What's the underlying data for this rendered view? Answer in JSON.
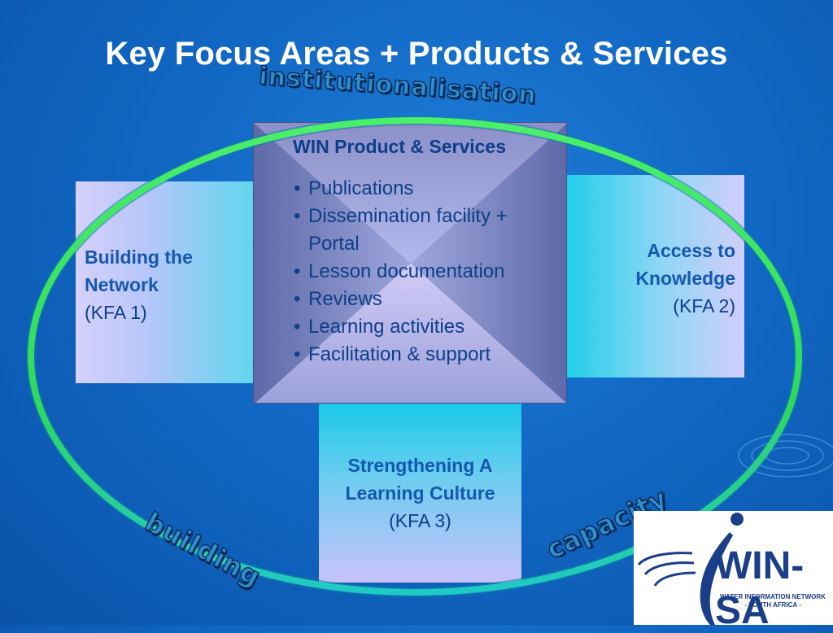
{
  "title": "Key Focus Areas + Products & Services",
  "arc_words": {
    "top": "institutionalisation",
    "bottom_left": "building",
    "bottom_right": "capacity"
  },
  "center": {
    "heading": "WIN Product & Services",
    "items": [
      "Publications",
      "Dissemination facility  + Portal",
      "Lesson documentation",
      "Reviews",
      "Learning activities",
      "Facilitation & support"
    ]
  },
  "kfa1": {
    "name_line1": "Building the",
    "name_line2": "Network",
    "code": "(KFA 1)"
  },
  "kfa2": {
    "name_line1": "Access to",
    "name_line2": "Knowledge",
    "code": "(KFA 2)"
  },
  "kfa3": {
    "name_line1": "Strengthening A",
    "name_line2": "Learning Culture",
    "code": "(KFA 3)"
  },
  "logo": {
    "wordmark": "WIN-SA",
    "subtitle_line1": "WATER INFORMATION NETWORK",
    "subtitle_line2": "- SOUTH AFRICA -"
  },
  "colors": {
    "background": "#1168c4",
    "ring": "#33e05a",
    "heading_text": "#0d3f88",
    "kfa_text": "#1458b0",
    "logo_blue": "#1b3e88"
  }
}
